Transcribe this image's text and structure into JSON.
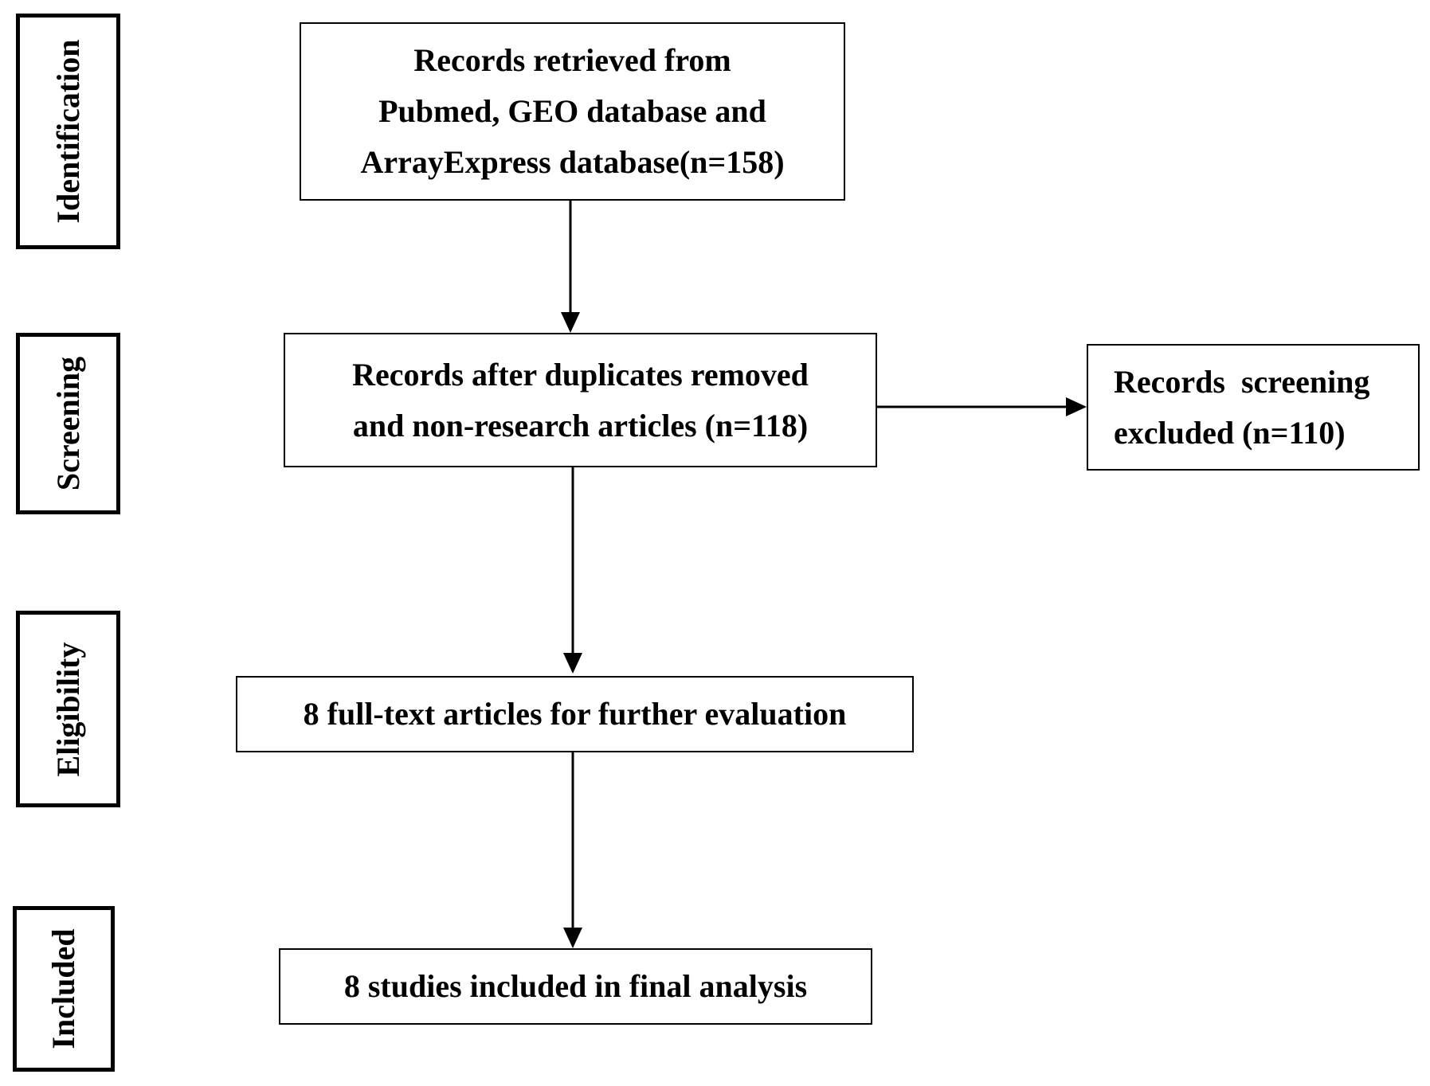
{
  "stages": [
    {
      "id": "identification",
      "label": "Identification"
    },
    {
      "id": "screening",
      "label": "Screening"
    },
    {
      "id": "eligibility",
      "label": "Eligibility"
    },
    {
      "id": "included",
      "label": "Included"
    }
  ],
  "nodes": {
    "records_retrieved": {
      "lines": [
        "Records retrieved from",
        "Pubmed, GEO database and",
        "ArrayExpress database(n=158)"
      ]
    },
    "after_duplicates": {
      "lines": [
        "Records after duplicates removed",
        "and non-research articles (n=118)"
      ]
    },
    "screening_excluded": {
      "lines": [
        "Records  screening",
        "excluded (n=110)"
      ]
    },
    "full_text": {
      "lines": [
        "8 full-text articles for further evaluation"
      ]
    },
    "final_analysis": {
      "lines": [
        "8 studies included in final analysis"
      ]
    }
  },
  "colors": {
    "stroke": "#000000",
    "background": "#ffffff"
  }
}
